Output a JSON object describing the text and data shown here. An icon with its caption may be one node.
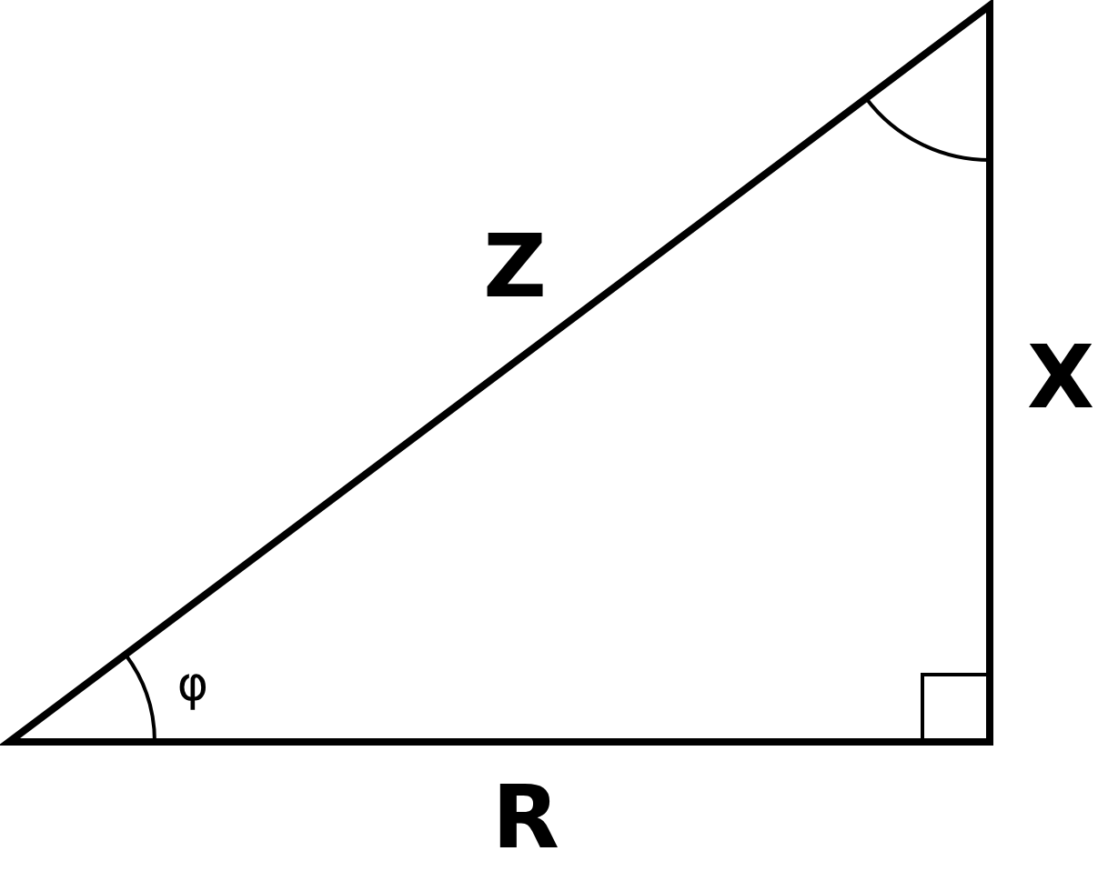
{
  "diagram": {
    "labels": [
      "Z",
      "X",
      "R",
      "φ"
    ]
  }
}
